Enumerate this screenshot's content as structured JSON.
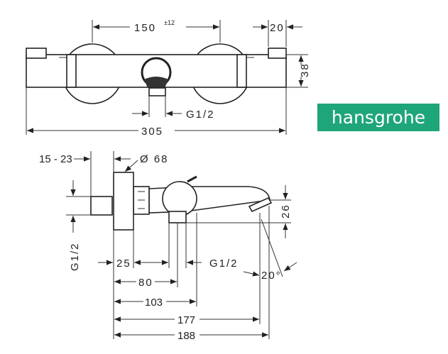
{
  "brand": {
    "name": "hansgrohe",
    "color": "#1fa57a"
  },
  "front_view": {
    "dim_center_distance": "150",
    "dim_center_tolerance": "±12",
    "dim_cap": "20",
    "dim_height": "38",
    "dim_outlet_thread": "G1/2",
    "dim_total_width": "305"
  },
  "side_view": {
    "dim_wall_distance": "15 - 23",
    "dim_flange_diameter": "Ø 68",
    "dim_inlet_thread": "G1/2",
    "dim_spout_height": "26",
    "dim_flange_depth": "25",
    "dim_outlet_thread": "G1/2",
    "dim_angle": "20°",
    "dim_80": "80",
    "dim_103": "103",
    "dim_177": "177",
    "dim_188": "188"
  }
}
